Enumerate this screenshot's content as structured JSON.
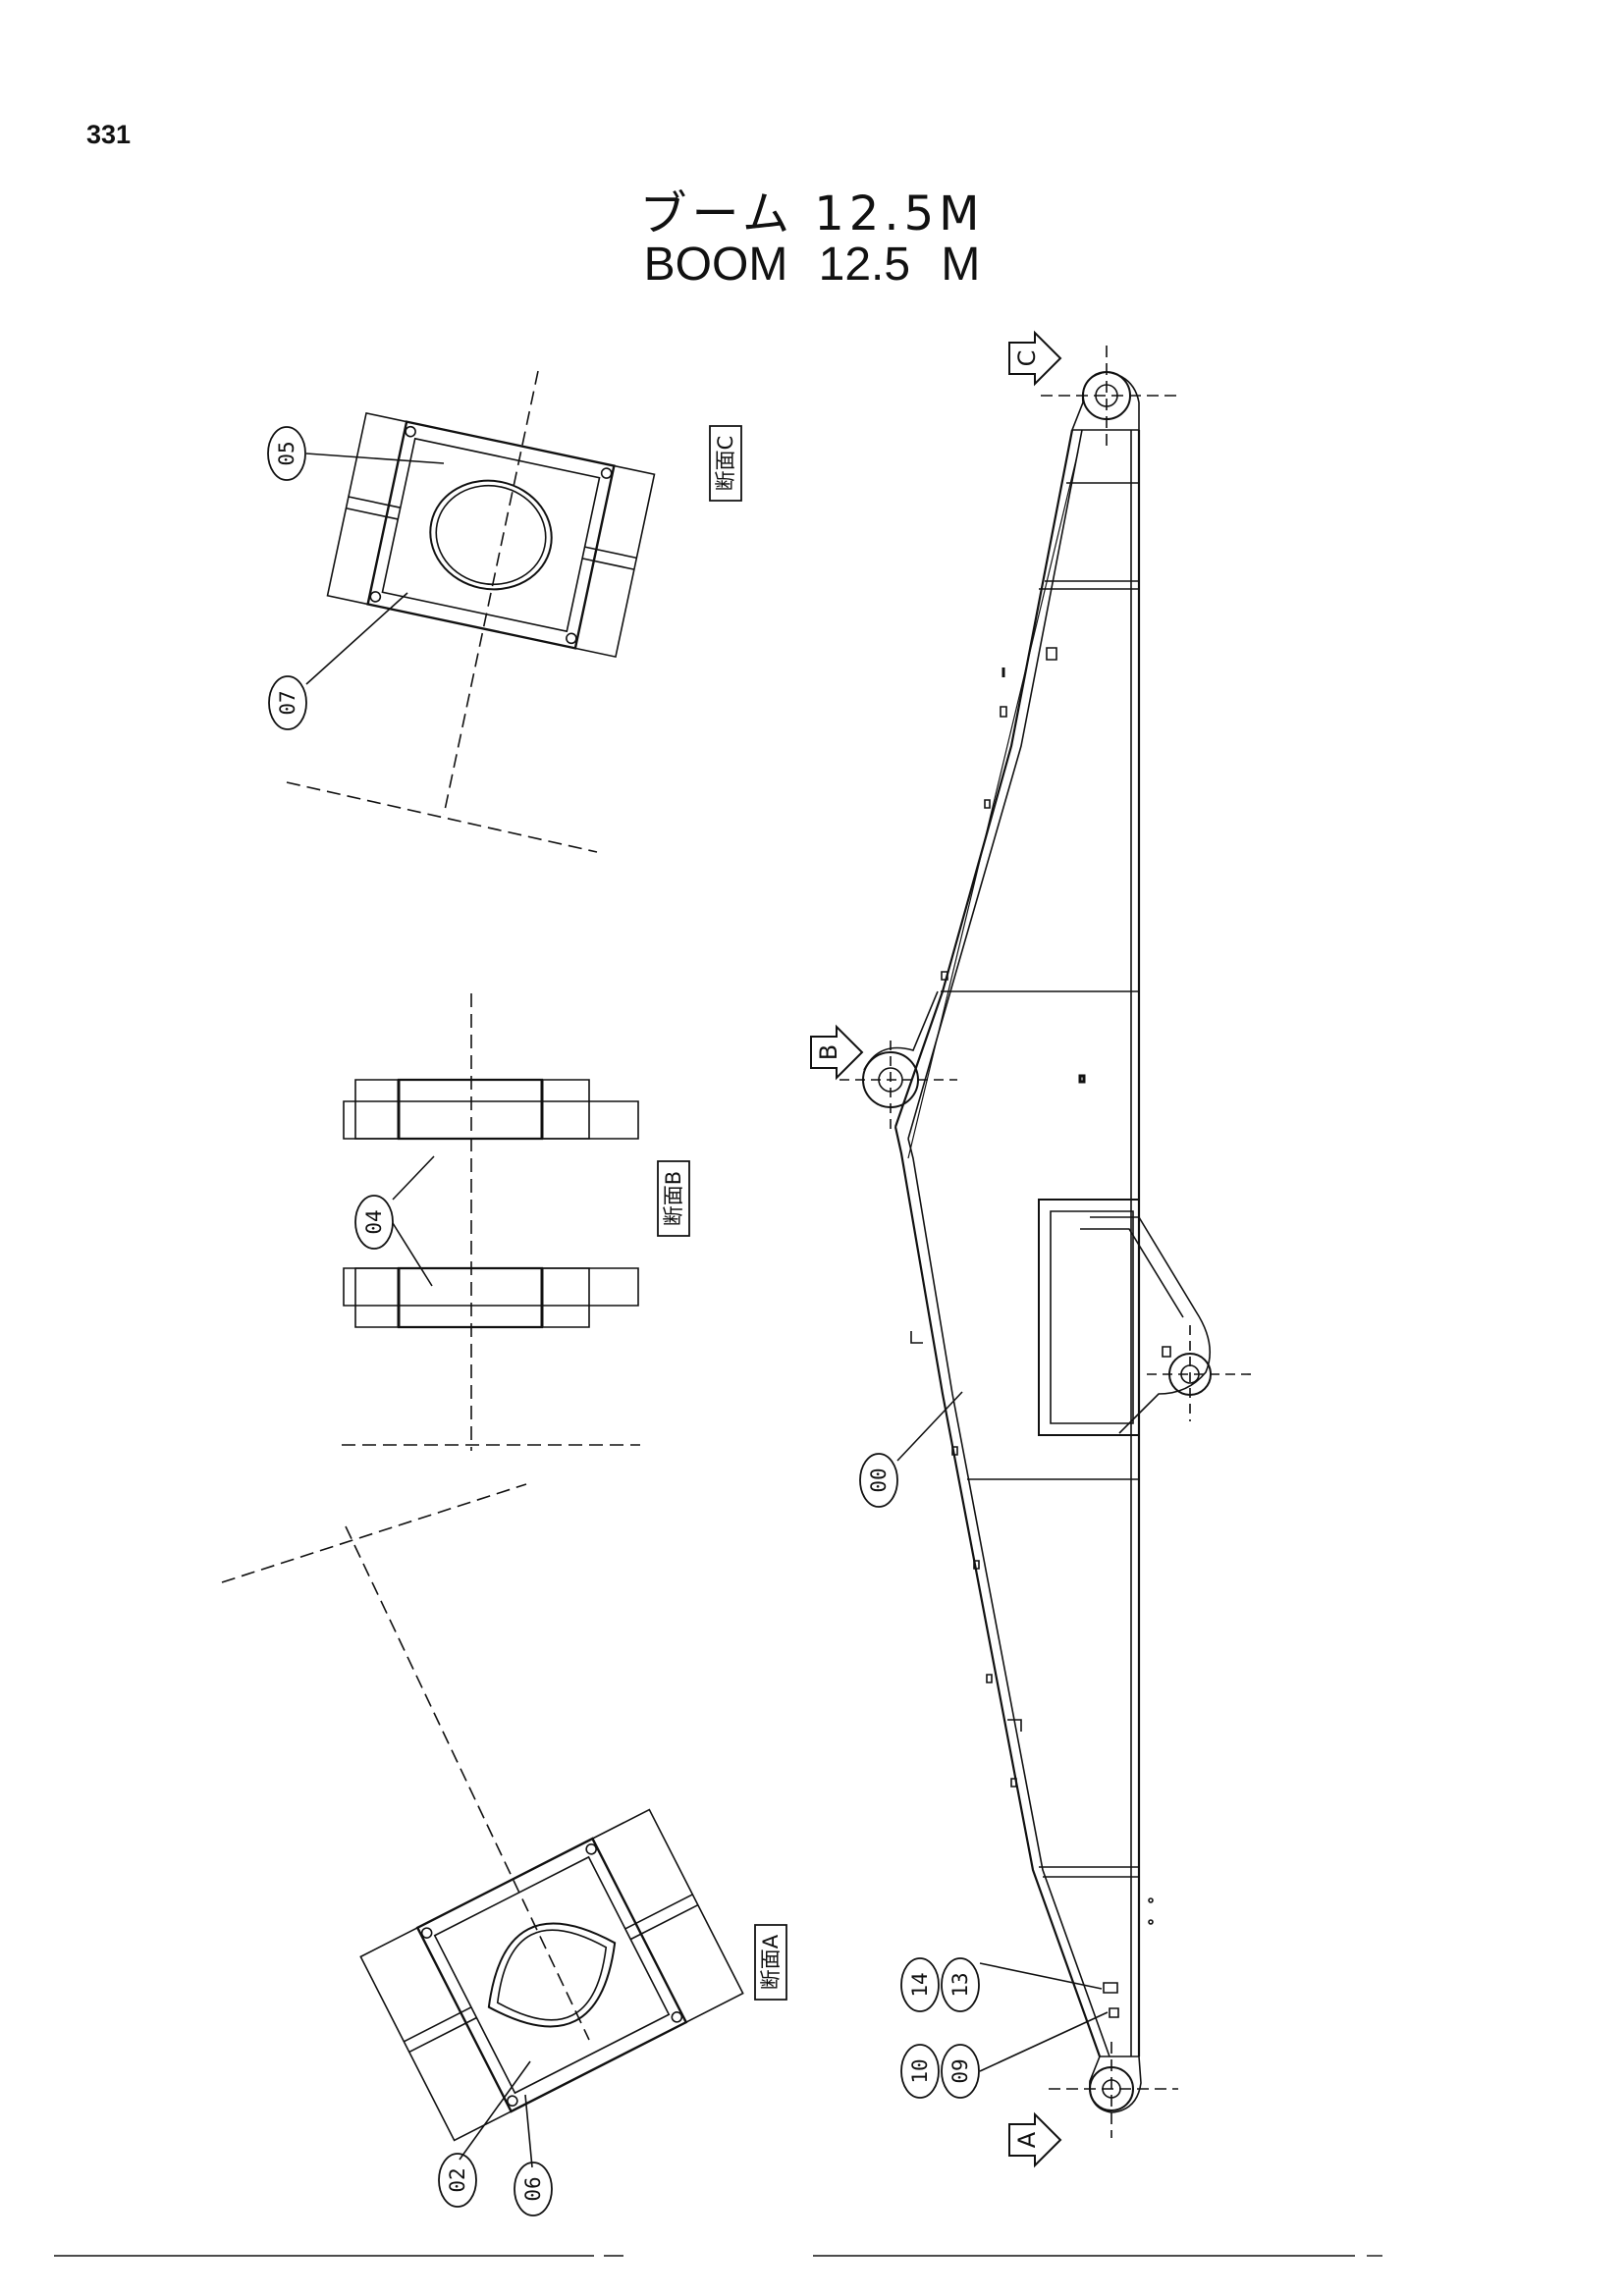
{
  "page_number": "331",
  "title": {
    "jp": "ブーム 12.5M",
    "en": "BOOM   12.5 M"
  },
  "sections": {
    "a": "断面A",
    "b": "断面B",
    "c": "断面C"
  },
  "section_markers": {
    "a": "A",
    "b": "B",
    "c": "C"
  },
  "callouts": {
    "c00": "00",
    "c02": "02",
    "c04": "04",
    "c05": "05",
    "c06": "06",
    "c07": "07",
    "c09": "09",
    "c10": "10",
    "c13": "13",
    "c14": "14"
  },
  "colors": {
    "ink": "#111111",
    "paper": "#ffffff"
  }
}
